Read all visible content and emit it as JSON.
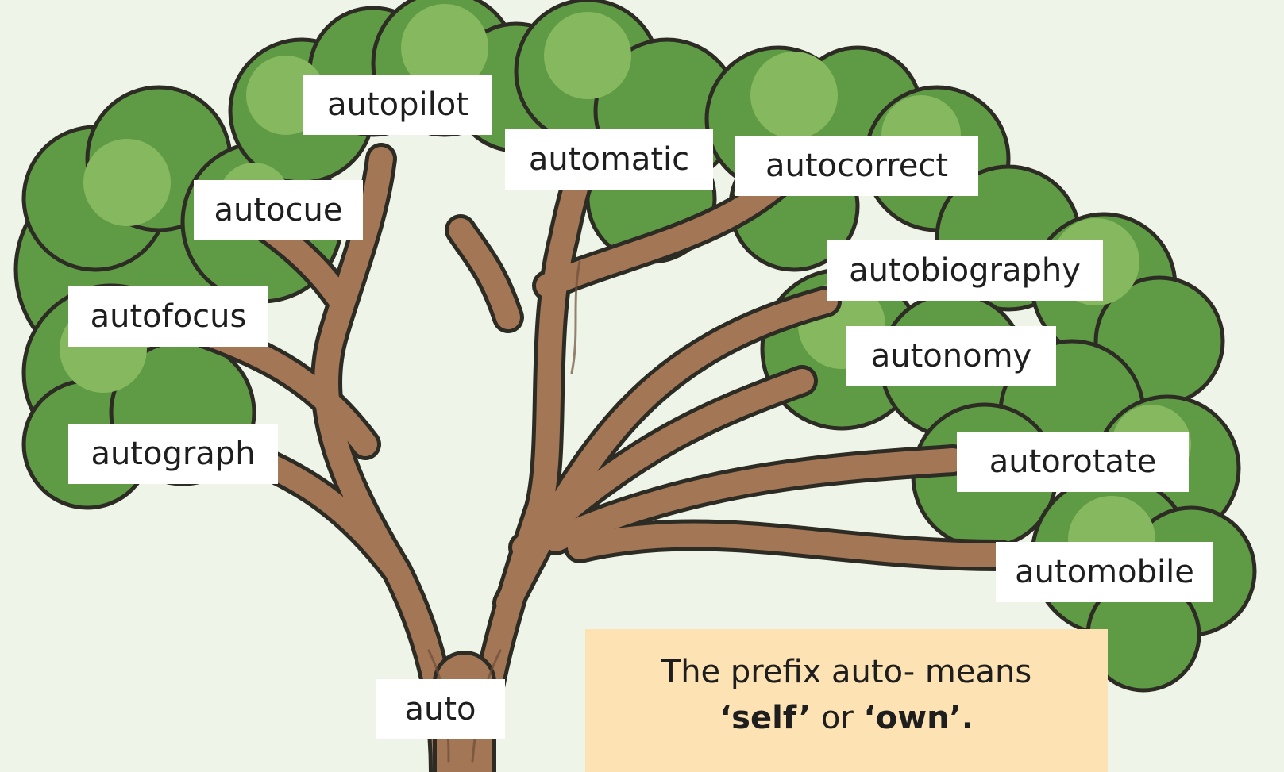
{
  "colors": {
    "background": "#eef5e8",
    "foliage_dark": "#4e8f3c",
    "foliage_mid": "#6ea64f",
    "foliage_light": "#8cbb64",
    "foliage_outline": "#2c2b24",
    "trunk": "#9c7053",
    "trunk_outline": "#2c2b24",
    "card_bg": "#ffffff",
    "info_bg": "#fde2b3"
  },
  "words": {
    "autopilot": "autopilot",
    "automatic": "automatic",
    "autocorrect": "autocorrect",
    "autocue": "autocue",
    "autobiography": "autobiography",
    "autofocus": "autofocus",
    "autonomy": "autonomy",
    "autograph": "autograph",
    "autorotate": "autorotate",
    "automobile": "automobile",
    "root": "auto"
  },
  "definition": {
    "line1": "The prefix auto- means",
    "word1": "‘self’",
    "connector": "or",
    "word2": "‘own’",
    "end": "."
  }
}
